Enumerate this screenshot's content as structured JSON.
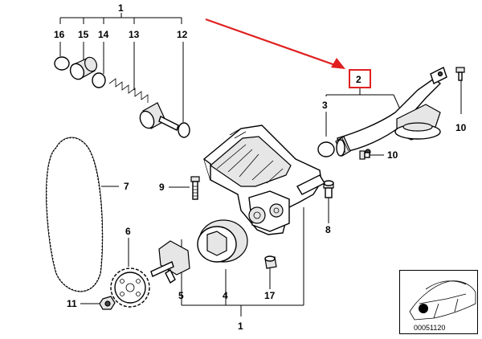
{
  "diagram": {
    "highlight_color": "#e02020",
    "arrow_color": "#e02020",
    "inset_code": "00051120",
    "callouts": [
      {
        "id": "1-top",
        "label": "1"
      },
      {
        "id": "16",
        "label": "16"
      },
      {
        "id": "15",
        "label": "15"
      },
      {
        "id": "14",
        "label": "14"
      },
      {
        "id": "13",
        "label": "13"
      },
      {
        "id": "12",
        "label": "12"
      },
      {
        "id": "2",
        "label": "2"
      },
      {
        "id": "3",
        "label": "3"
      },
      {
        "id": "10-right",
        "label": "10"
      },
      {
        "id": "10-mid",
        "label": "10"
      },
      {
        "id": "7",
        "label": "7"
      },
      {
        "id": "9",
        "label": "9"
      },
      {
        "id": "8",
        "label": "8"
      },
      {
        "id": "6",
        "label": "6"
      },
      {
        "id": "11",
        "label": "11"
      },
      {
        "id": "5",
        "label": "5"
      },
      {
        "id": "4",
        "label": "4"
      },
      {
        "id": "17",
        "label": "17"
      },
      {
        "id": "1-bottom",
        "label": "1"
      }
    ]
  }
}
